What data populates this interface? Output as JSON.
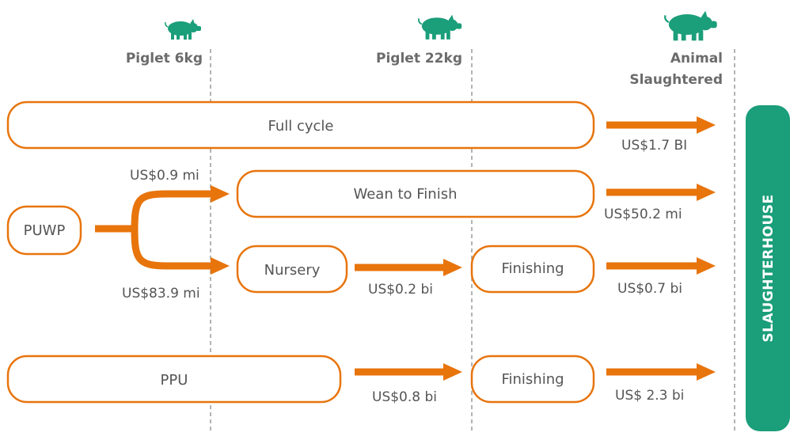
{
  "stages": {
    "piglet_6kg": "Piglet 6kg",
    "piglet_22kg": "Piglet 22kg",
    "animal_slaughtered_line1": "Animal",
    "animal_slaughtered_line2": "Slaughtered"
  },
  "boxes": {
    "full_cycle": "Full cycle",
    "wean_to_finish": "Wean to Finish",
    "puwp": "PUWP",
    "nursery": "Nursery",
    "finishing_1": "Finishing",
    "ppu": "PPU",
    "finishing_2": "Finishing"
  },
  "values": {
    "full_cycle_out": "US$1.7 BI",
    "puwp_to_wean": "US$0.9 mi",
    "wean_to_finish_out": "US$50.2 mi",
    "puwp_to_nursery": "US$83.9 mi",
    "nursery_to_finishing": "US$0.2 bi",
    "finishing_1_out": "US$0.7 bi",
    "ppu_to_finishing": "US$0.8 bi",
    "finishing_2_out": "US$ 2.3 bi"
  },
  "slaughterhouse": "SLAUGHTERHOUSE",
  "colors": {
    "orange": "#e8740c",
    "green": "#1b9e7a",
    "gray_text": "#555555"
  },
  "icons": [
    "pig-icon",
    "pig-icon",
    "pig-icon"
  ]
}
